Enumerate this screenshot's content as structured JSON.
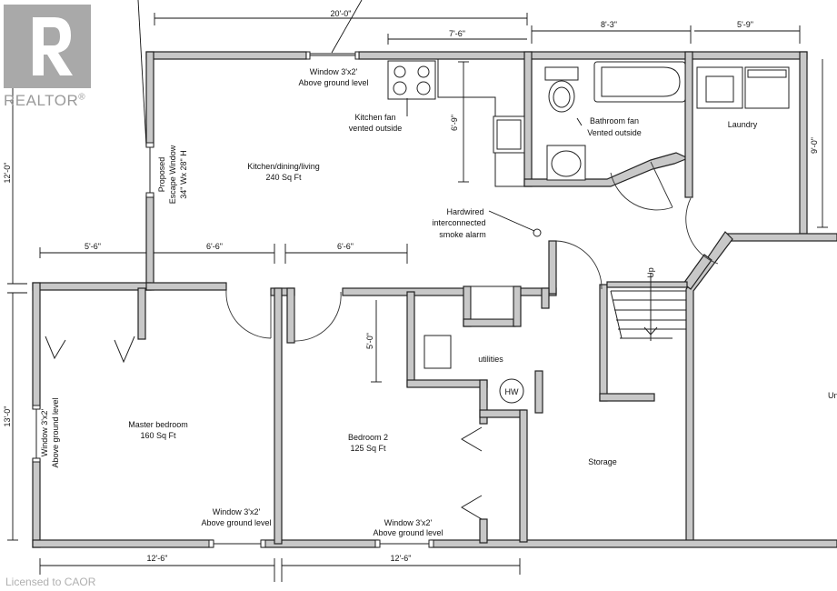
{
  "branding": {
    "logo_text": "REALTOR",
    "logo_registered": "®",
    "credit": "Licensed to CAOR"
  },
  "rooms": {
    "kitchen_name": "Kitchen/dining/living",
    "kitchen_area": "240 Sq Ft",
    "master_name": "Master bedroom",
    "master_area": "160 Sq Ft",
    "bed2_name": "Bedroom 2",
    "bed2_area": "125 Sq Ft",
    "laundry": "Laundry",
    "utilities": "utilities",
    "storage": "Storage",
    "unfinished_partial": "Un",
    "hw": "HW",
    "stairs_up": "Up"
  },
  "notes": {
    "window_top_line1": "Window 3'x2'",
    "window_top_line2": "Above ground level",
    "kitchen_fan_line1": "Kitchen fan",
    "kitchen_fan_line2": "vented outside",
    "bath_fan_line1": "Bathroom fan",
    "bath_fan_line2": "Vented outside",
    "smoke_line1": "Hardwired",
    "smoke_line2": "interconnected",
    "smoke_line3": "smoke alarm",
    "escape_line1": "Proposed",
    "escape_line2": "Escape Window",
    "escape_line3": "34\" Wx 28\" H",
    "window_left_line1": "Window 3'x2'",
    "window_left_line2": "Above ground level",
    "window_bottom_left_line1": "Window 3'x2'",
    "window_bottom_left_line2": "Above ground level",
    "window_bottom_mid_line1": "Window 3'x2'",
    "window_bottom_mid_line2": "Above ground level"
  },
  "dimensions": {
    "top_overall": "20'-0\"",
    "top_kitchen": "7'-6\"",
    "top_bath": "8'-3\"",
    "top_laundry": "5'-9\"",
    "kitchen_depth": "6'-9\"",
    "laundry_depth": "9'-0\"",
    "left_upper": "12'-0\"",
    "left_lower": "13'-0\"",
    "mid_left": "5'-6\"",
    "mid_center": "6'-6\"",
    "mid_right": "6'-6\"",
    "utility_depth": "5'-0\"",
    "bottom_left": "12'-6\"",
    "bottom_mid": "12'-6\""
  }
}
